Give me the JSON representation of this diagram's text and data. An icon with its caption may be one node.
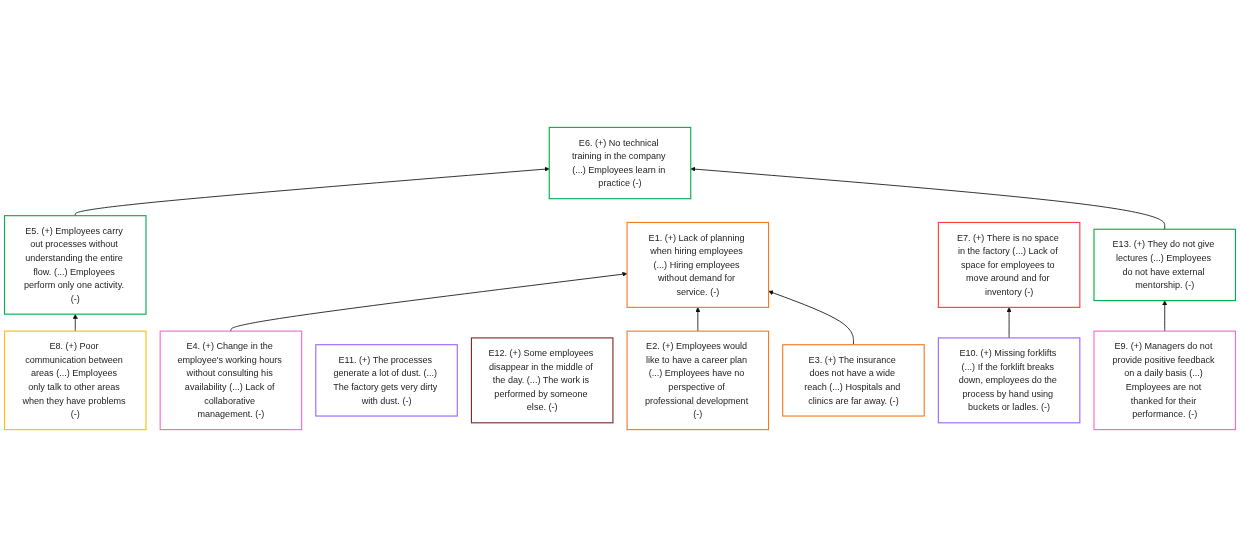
{
  "diagram": {
    "nodes": [
      {
        "text": [
          "E4. (+) Change in the employee's working hours without consulting his availability (...) Lack of collaborative management. (-)"
        ]
      },
      {
        "text": [
          "E8. (+) Poor communication between areas (...) Employees only talk to other areas when they have problems (-)"
        ]
      },
      {
        "text": [
          "E5. (+) Employees carry out processes without understanding the entire flow. (...) Employees perform only one activity. (-)"
        ]
      },
      {
        "text": [
          "E11. (+) The processes generate a lot of dust. (...) The factory gets very dirty with dust. (-)"
        ]
      },
      {
        "text": [
          "E12. (+) Some employees disappear in the middle of the day. (...) The work is performed by someone else. (-)"
        ]
      },
      {
        "text": [
          "E1. (+) Lack of planning when hiring employees (...) Hiring employees without demand for service. (-)"
        ]
      },
      {
        "text": [
          "E2. (+) Employees would like to have a career plan (...) Employees have no perspective of professional development (-)"
        ]
      },
      {
        "text": [
          "E6. (+) No technical training in the company (...) Employees learn in practice (-)"
        ]
      },
      {
        "text": [
          "E7. (+) There is no space in the factory (...) Lack of space for employees to move around and for inventory (-)"
        ]
      },
      {
        "text": [
          "E3. (+) The insurance does not have a wide reach (...) Hospitals and clinics are far away. (-)"
        ]
      },
      {
        "text": [
          "E13. (+) They do not give lectures (...) Employees do not have external mentorship. (-)"
        ]
      },
      {
        "text": [
          "E10. (+) Missing forklifts (...) If the forklift breaks down, employees do the process by hand using buckets or ladles. (-)"
        ]
      },
      {
        "text": [
          "E9. (+) Managers do not provide positive feedback on a daily basis (...) Employees are not thanked for their performance. (-)"
        ]
      }
    ],
    "edges": [
      {
        "from": 0,
        "to": 5,
        "arrow": "to"
      },
      {
        "from": 1,
        "to": 2,
        "arrow": "to"
      },
      {
        "from": 6,
        "to": 5,
        "arrow": "to"
      },
      {
        "from": 2,
        "to": 7,
        "arrow": "to"
      },
      {
        "from": 9,
        "to": 5,
        "arrow": "to"
      },
      {
        "from": 10,
        "to": 7,
        "arrow": "to"
      },
      {
        "from": 12,
        "to": 10,
        "arrow": "to"
      },
      {
        "from": 11,
        "to": 8,
        "arrow": "to"
      }
    ]
  }
}
